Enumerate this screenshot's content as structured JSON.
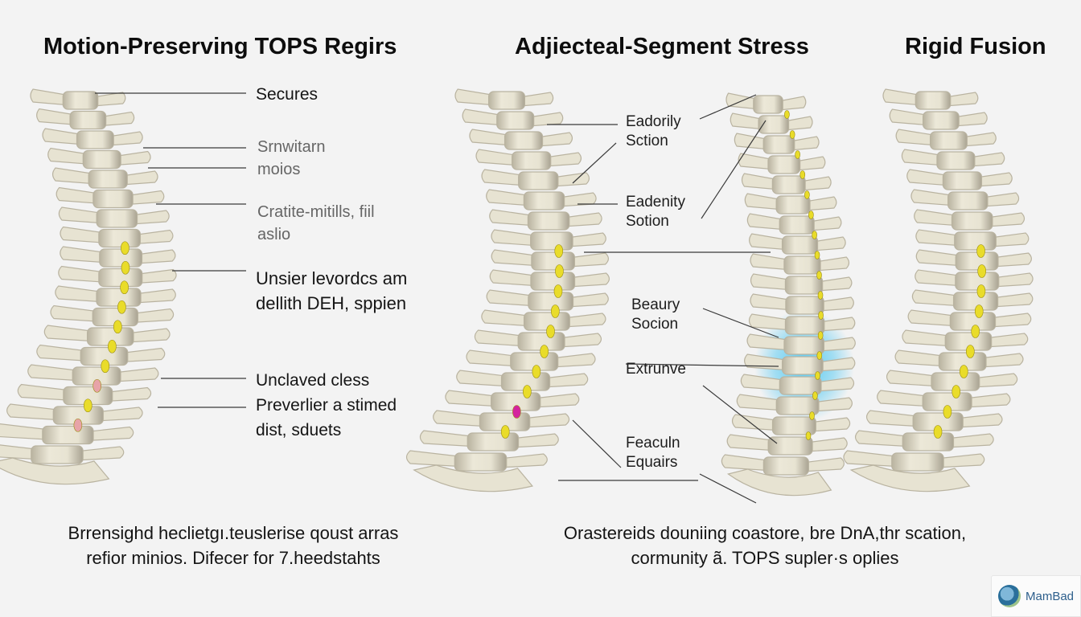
{
  "panels": [
    {
      "title": "Motion-Preserving TOPS Regirs",
      "labels": [
        {
          "lines": [
            "Secures"
          ]
        },
        {
          "lines": [
            "Srnwitarn",
            "moios"
          ]
        },
        {
          "lines": [
            "Cratite-mitills, fiil",
            "aslio"
          ]
        },
        {
          "lines": [
            "Unsier levordcs am",
            "dellith DEH, sppien"
          ]
        },
        {
          "lines": [
            "Unclaved cless",
            "Preverlier a  stimed",
            "dist, sduets"
          ]
        }
      ],
      "caption": [
        "Brrensighd heclietgı.teuslerise qoust arras",
        "refior minios. Difecer for 7.heedstahts"
      ]
    },
    {
      "title": "Adjiecteal-Segment Stress",
      "labels": [
        {
          "lines": [
            "Eadorily",
            "Sction"
          ]
        },
        {
          "lines": [
            "Eadenity",
            "Sotion"
          ]
        },
        {
          "lines": [
            "Beaury",
            "Socion"
          ]
        },
        {
          "lines": [
            "Extrunve"
          ]
        },
        {
          "lines": [
            "Feaculn",
            "Equairs"
          ]
        }
      ],
      "caption": [
        "Orastereids douniing coastore, bre DnA,thr scation,",
        "cormunity ã. TOPS supler·s oplies"
      ]
    },
    {
      "title": "Rigid Fusion"
    }
  ],
  "watermark": "MamBad",
  "colors": {
    "bone": "#e7e3d2",
    "bone_shadow": "#b9b3a0",
    "disc_yellow": "#e9dc2a",
    "disc_pink": "#e7a3a8",
    "disc_magenta": "#d4249e",
    "stress_glow": "#3ec3f2",
    "leader_line": "#3a3a3a"
  },
  "icons": [
    "globe-logo-icon"
  ]
}
